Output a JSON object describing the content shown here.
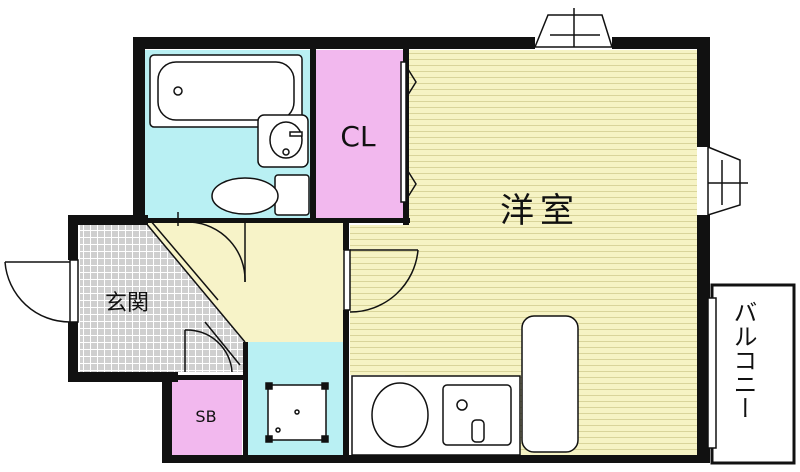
{
  "rooms": {
    "western_room": "洋室",
    "closet": "CL",
    "entrance": "玄関",
    "shoe_box": "SB",
    "balcony": "バルコニー"
  },
  "colors": {
    "wall": "#111111",
    "western_room_floor": "#f6f3c4",
    "western_room_lines": "#d9d49a",
    "bath": "#b9f0f3",
    "closet": "#f2b8ee",
    "entrance_tile": "#cfcfcf",
    "entrance_grid": "#ffffff",
    "hall": "#f7f3c8",
    "kitchen": "#ffffff"
  },
  "icons": [
    "bathtub-icon",
    "sink-icon",
    "toilet-icon",
    "washer-pan-icon",
    "stove-icon",
    "kitchen-sink-icon",
    "fridge-space-icon"
  ]
}
